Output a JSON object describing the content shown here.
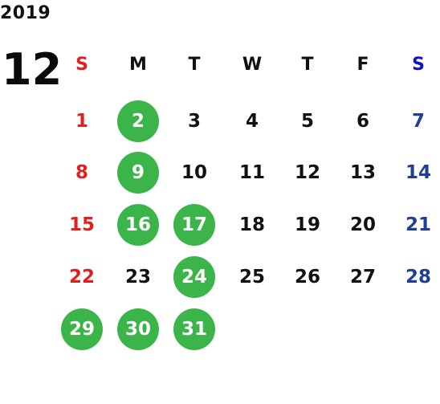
{
  "calendar": {
    "year": "2019",
    "month": "12",
    "colors": {
      "sunday": "#e02020",
      "saturday_header": "#1010d0",
      "saturday": "#1f3f96",
      "weekday": "#111111",
      "highlight": "#3bb54a",
      "highlight_text": "#ffffff"
    },
    "weekdays": [
      "S",
      "M",
      "T",
      "W",
      "T",
      "F",
      "S"
    ],
    "weeks": [
      [
        {
          "day": "1",
          "hl": false
        },
        {
          "day": "2",
          "hl": true
        },
        {
          "day": "3",
          "hl": false
        },
        {
          "day": "4",
          "hl": false
        },
        {
          "day": "5",
          "hl": false
        },
        {
          "day": "6",
          "hl": false
        },
        {
          "day": "7",
          "hl": false
        }
      ],
      [
        {
          "day": "8",
          "hl": false
        },
        {
          "day": "9",
          "hl": true
        },
        {
          "day": "10",
          "hl": false
        },
        {
          "day": "11",
          "hl": false
        },
        {
          "day": "12",
          "hl": false
        },
        {
          "day": "13",
          "hl": false
        },
        {
          "day": "14",
          "hl": false
        }
      ],
      [
        {
          "day": "15",
          "hl": false
        },
        {
          "day": "16",
          "hl": true
        },
        {
          "day": "17",
          "hl": true
        },
        {
          "day": "18",
          "hl": false
        },
        {
          "day": "19",
          "hl": false
        },
        {
          "day": "20",
          "hl": false
        },
        {
          "day": "21",
          "hl": false
        }
      ],
      [
        {
          "day": "22",
          "hl": false
        },
        {
          "day": "23",
          "hl": false
        },
        {
          "day": "24",
          "hl": true
        },
        {
          "day": "25",
          "hl": false
        },
        {
          "day": "26",
          "hl": false
        },
        {
          "day": "27",
          "hl": false
        },
        {
          "day": "28",
          "hl": false
        }
      ],
      [
        {
          "day": "29",
          "hl": true
        },
        {
          "day": "30",
          "hl": true
        },
        {
          "day": "31",
          "hl": true
        }
      ]
    ]
  }
}
